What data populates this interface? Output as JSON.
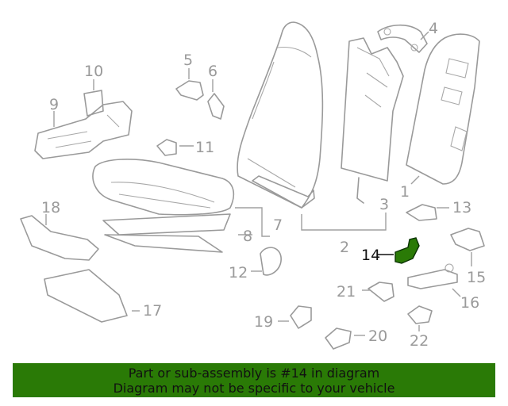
{
  "callouts": {
    "c1": "1",
    "c2": "2",
    "c3": "3",
    "c4": "4",
    "c5": "5",
    "c6": "6",
    "c7": "7",
    "c8": "8",
    "c9": "9",
    "c10": "10",
    "c11": "11",
    "c12": "12",
    "c13": "13",
    "c14": "14",
    "c15": "15",
    "c16": "16",
    "c17": "17",
    "c18": "18",
    "c19": "19",
    "c20": "20",
    "c21": "21",
    "c22": "22"
  },
  "highlight": {
    "part": "14",
    "color": "#2a7a06"
  },
  "banner": {
    "line1": "Part or sub-assembly is #14 in diagram",
    "line2": "Diagram may not be specific to your vehicle",
    "background": "#2a7a06"
  }
}
